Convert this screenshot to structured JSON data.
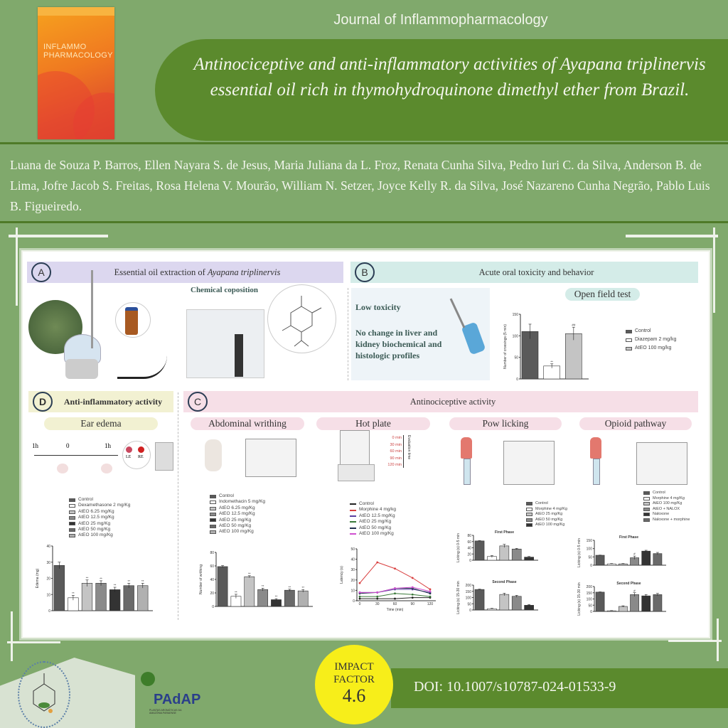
{
  "header": {
    "journal": "Journal of Inflammopharmacology",
    "title": "Antinociceptive and anti-inflammatory activities of Ayapana triplinervis essential oil rich in thymohydroquinone dimethyl ether from Brazil.",
    "cover_title": "INFLAMMO PHARMACOLOGY"
  },
  "authors": "Luana de Souza P. Barros, Ellen Nayara S. de Jesus, Maria Juliana da L. Froz, Renata Cunha Silva, Pedro Iuri C. da Silva, Anderson B. de Lima, Jofre Jacob S. Freitas, Rosa Helena V. Mourão, William N. Setzer, Joyce Kelly R. da Silva, José Nazareno Cunha Negrão, Pablo Luis B. Figueiredo.",
  "figure": {
    "panel_a": {
      "letter": "A",
      "title_prefix": "Essential oil extraction of ",
      "title_species": "Ayapana triplinervis",
      "chem_label": "Chemical coposition"
    },
    "panel_b": {
      "letter": "B",
      "title": "Acute oral toxicity and behavior",
      "low_toxicity": "Low toxicity",
      "no_change": "No change in liver and kidney biochemical and histologic profiles",
      "open_field": "Open field test"
    },
    "panel_c": {
      "letter": "C",
      "title": "Antinociceptive activity",
      "sub": [
        "Abdominal writhing",
        "Hot plate",
        "Pow licking",
        "Opioid pathway"
      ],
      "eval_times": [
        "0 min",
        "30 min",
        "60 min",
        "90 min",
        "120 min"
      ],
      "eval_label": "Evaluation time"
    },
    "panel_d": {
      "letter": "D",
      "title": "Anti-inflammatory activity",
      "sub": "Ear edema",
      "timeline": [
        "1h",
        "0",
        "1h"
      ],
      "ears": [
        "LE",
        "RE"
      ]
    }
  },
  "footer": {
    "impact_label_1": "IMPACT",
    "impact_label_2": "FACTOR",
    "impact_value": "4.6",
    "doi": "DOI: 10.1007/s10787-024-01533-9",
    "padap_logo": "PAdAP",
    "padap_sub": "PLANTAS AROMÁTICAS DA AMAZÔNIA PARAENSE"
  },
  "colors": {
    "background": "#80a96c",
    "dark_green": "#5b8a2d",
    "impact_yellow": "#f7ee1a"
  },
  "chart_data": [
    {
      "id": "open-field",
      "type": "bar",
      "title": "",
      "ylabel": "Number of crossings (5 min)",
      "ylim": [
        0,
        150
      ],
      "yticks": [
        0,
        50,
        100,
        150
      ],
      "categories": [
        "Control",
        "Diazepam 2 mg/kg",
        "AtEO 100 mg/kg"
      ],
      "values": [
        110,
        30,
        105
      ],
      "errors": [
        17,
        5,
        15
      ],
      "marks": [
        "",
        "**",
        "##"
      ]
    },
    {
      "id": "ear-edema",
      "type": "bar",
      "title": "",
      "ylabel": "Edema (mg)",
      "ylim": [
        0,
        40
      ],
      "yticks": [
        0,
        10,
        20,
        30,
        40
      ],
      "categories": [
        "Control",
        "Dexamethasone 2 mg/Kg",
        "AtEO 6.25 mg/Kg",
        "AtEO 12.5 mg/Kg",
        "AtEO 25 mg/Kg",
        "AtEO 50 mg/Kg",
        "AtEO 100 mg/Kg"
      ],
      "values": [
        28,
        8,
        17,
        17,
        13,
        15.5,
        15.5
      ],
      "errors": [
        2,
        1.5,
        2,
        1.5,
        1.5,
        1.5,
        1.5
      ],
      "marks": [
        "",
        "**",
        "**",
        "**",
        "**",
        "**",
        "**"
      ]
    },
    {
      "id": "writhing",
      "type": "bar",
      "title": "",
      "ylabel": "Number of writhing",
      "ylim": [
        0,
        80
      ],
      "yticks": [
        0,
        20,
        40,
        60,
        80
      ],
      "categories": [
        "Control",
        "Indomethacin 5 mg/Kg",
        "AtEO 6.25 mg/Kg",
        "AtEO 12.5 mg/Kg",
        "AtEO 25 mg/Kg",
        "AtEO 50 mg/Kg",
        "AtEO 100 mg/Kg"
      ],
      "values": [
        59,
        15,
        44,
        25,
        10,
        24,
        23
      ],
      "errors": [
        1.5,
        3,
        1.5,
        2,
        1.5,
        1.5,
        2
      ],
      "marks": [
        "",
        "**",
        "**",
        "**",
        "**",
        "**",
        "**"
      ]
    },
    {
      "id": "hot-plate",
      "type": "line",
      "title": "",
      "xlabel": "Time (min)",
      "ylabel": "Latency (s)",
      "ylim": [
        0,
        50
      ],
      "yticks": [
        0,
        10,
        20,
        30,
        40,
        50
      ],
      "x": [
        0,
        30,
        60,
        90,
        120
      ],
      "series": [
        {
          "name": "Control",
          "color": "#222222",
          "values": [
            2,
            2,
            2,
            3,
            3
          ]
        },
        {
          "name": "Morphine 4 mg/kg",
          "color": "#d94040",
          "values": [
            17,
            37,
            31,
            22,
            11
          ]
        },
        {
          "name": "AtEO 12.5 mg/Kg",
          "color": "#5a3fa0",
          "values": [
            8,
            8,
            11,
            11,
            8
          ]
        },
        {
          "name": "AtEO 25 mg/Kg",
          "color": "#3a7a3a",
          "values": [
            4,
            4,
            7,
            6,
            4
          ]
        },
        {
          "name": "AtEO 50 mg/Kg",
          "color": "#23304f",
          "values": [
            7,
            8,
            12,
            12,
            7
          ]
        },
        {
          "name": "AtEO 100 mg/Kg",
          "color": "#d050d0",
          "values": [
            8,
            8,
            12,
            13,
            9
          ]
        }
      ]
    },
    {
      "id": "paw-first",
      "type": "bar",
      "title": "First Phase",
      "ylabel": "Licking (s) 0-5 min",
      "ylim": [
        0,
        80
      ],
      "yticks": [
        0,
        20,
        40,
        60,
        80
      ],
      "categories": [
        "Control",
        "Morphine 4 mg/Kg",
        "AtEO 25 mg/Kg",
        "AtEO 50 mg/Kg",
        "AtEO 100 mg/Kg"
      ],
      "values": [
        62,
        12,
        46,
        36,
        10
      ],
      "errors": [
        1,
        3,
        5,
        2,
        2
      ],
      "marks": [
        "",
        "",
        "",
        "",
        ""
      ]
    },
    {
      "id": "paw-second",
      "type": "bar",
      "title": "Second Phase",
      "ylabel": "Licking (s) 15-30 min",
      "ylim": [
        0,
        200
      ],
      "yticks": [
        0,
        50,
        100,
        150,
        200
      ],
      "categories": [
        "Control",
        "Morphine 4 mg/Kg",
        "AtEO 25 mg/Kg",
        "AtEO 50 mg/Kg",
        "AtEO 100 mg/Kg"
      ],
      "values": [
        165,
        10,
        125,
        110,
        38
      ],
      "errors": [
        3,
        3,
        10,
        8,
        6
      ],
      "marks": [
        "",
        "",
        "",
        "",
        ""
      ]
    },
    {
      "id": "opioid-first",
      "type": "bar",
      "title": "First Phase",
      "ylabel": "Licking (s) 0-5 min",
      "ylim": [
        0,
        150
      ],
      "yticks": [
        0,
        50,
        100,
        150
      ],
      "categories": [
        "Control",
        "Morphine 4 mg/Kg",
        "AtEO 100 mg/Kg",
        "AtEO + NALOX",
        "Naloxone",
        "Naloxone + morphine"
      ],
      "values": [
        60,
        8,
        8,
        45,
        85,
        70
      ],
      "errors": [
        1,
        2,
        2,
        10,
        5,
        7
      ],
      "marks": [
        "",
        "",
        "",
        "#",
        "",
        ""
      ]
    },
    {
      "id": "opioid-second",
      "type": "bar",
      "title": "Second Phase",
      "ylabel": "Licking (s) 15-30 min",
      "ylim": [
        0,
        200
      ],
      "yticks": [
        0,
        50,
        100,
        150,
        200
      ],
      "categories": [
        "Control",
        "Morphine 4 mg/Kg",
        "AtEO 100 mg/Kg",
        "AtEO + NALOX",
        "Naloxone",
        "Naloxone + morphine"
      ],
      "values": [
        155,
        5,
        40,
        135,
        125,
        135
      ],
      "errors": [
        2,
        2,
        5,
        15,
        10,
        10
      ],
      "marks": [
        "",
        "",
        "",
        "#",
        "",
        ""
      ]
    }
  ]
}
